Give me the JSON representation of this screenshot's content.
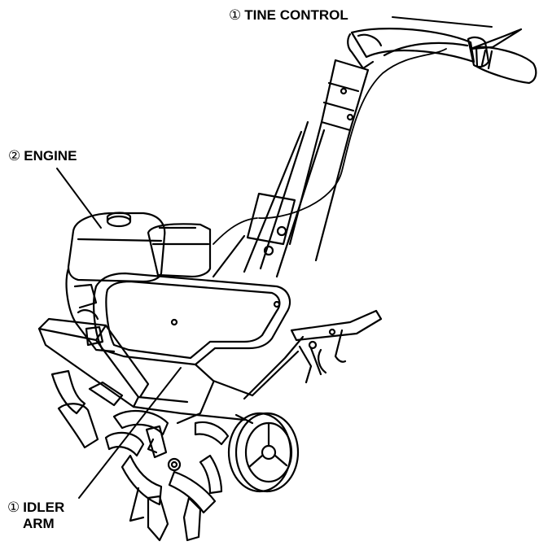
{
  "callouts": {
    "tine_control": {
      "marker": "①",
      "text": "TINE CONTROL"
    },
    "engine": {
      "marker": "②",
      "text": "ENGINE"
    },
    "idler_arm": {
      "marker": "①",
      "text_line1": "IDLER",
      "text_line2": "ARM"
    }
  },
  "colors": {
    "ink": "#000000",
    "paper": "#ffffff"
  }
}
